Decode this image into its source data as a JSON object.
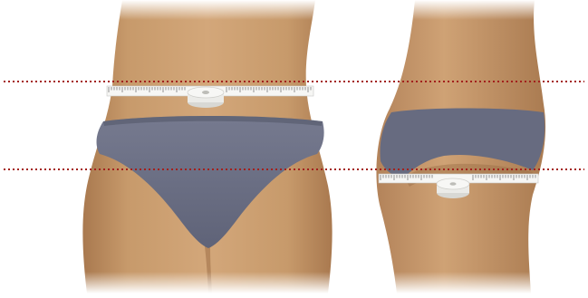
{
  "illustration": {
    "subject": "waist-and-hip-measurement",
    "views": [
      "front-view",
      "side-view"
    ],
    "colors": {
      "skin": "#c89a6c",
      "skin_shadow": "#a87a52",
      "underwear": "#6d7185",
      "underwear_shadow": "#565a6d",
      "guide_line": "#a3201c",
      "tape": "#f4f4f2",
      "tape_tick": "#7a7a7a",
      "tape_case": "#eeeeec"
    },
    "guide_lines": [
      {
        "name": "waist-line",
        "style": "dotted"
      },
      {
        "name": "hip-line",
        "style": "dotted"
      }
    ]
  }
}
